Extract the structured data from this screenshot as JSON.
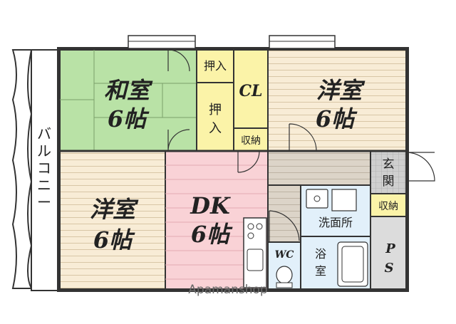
{
  "rooms": {
    "washitsu": {
      "name": "和室",
      "size": "6帖",
      "color": "#b9e2a6"
    },
    "youshitsu_ne": {
      "name": "洋室",
      "size": "6帖",
      "color": "#f8ecd6"
    },
    "youshitsu_sw": {
      "name": "洋室",
      "size": "6帖",
      "color": "#f8ecd6"
    },
    "dk": {
      "name": "DK",
      "size": "6帖",
      "color": "#f9d2d6"
    }
  },
  "storage": {
    "oshiire_1": "押入",
    "oshiire_2": "押入",
    "cl": "CL",
    "shuno_1": "収納",
    "shuno_2": "収納",
    "color": "#fbf3a8"
  },
  "wet_areas": {
    "wc": "WC",
    "senmenjo": "洗面所",
    "yokushitsu": "浴室",
    "color": "#e2f0fa"
  },
  "entrance": {
    "label": "玄関"
  },
  "ps": {
    "label": "PS"
  },
  "balcony": {
    "label": "バルコニー"
  },
  "watermark": "Apamanshop"
}
